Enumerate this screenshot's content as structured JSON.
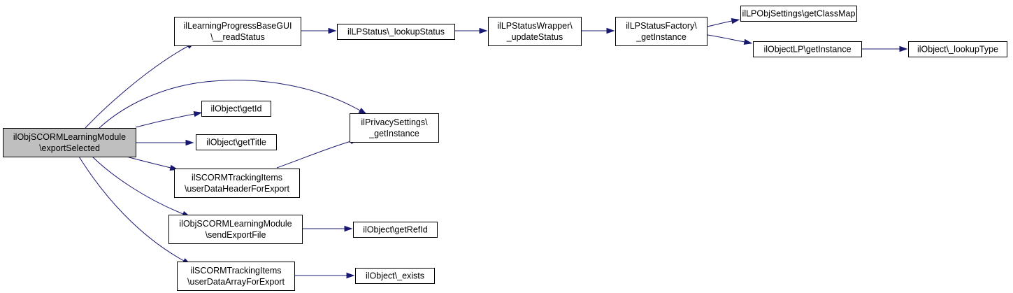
{
  "graph": {
    "edge_color": "#191970",
    "root_fill": "#bfbfbf",
    "nodes": [
      {
        "id": "root",
        "lines": [
          "ilObjSCORMLearningModule",
          "\\exportSelected"
        ],
        "root": true
      },
      {
        "id": "n1",
        "lines": [
          "ilLearningProgressBaseGUI",
          "\\__readStatus"
        ]
      },
      {
        "id": "n2",
        "lines": [
          "ilLPStatus\\_lookupStatus"
        ]
      },
      {
        "id": "n3",
        "lines": [
          "ilLPStatusWrapper\\",
          "_updateStatus"
        ]
      },
      {
        "id": "n4",
        "lines": [
          "ilLPStatusFactory\\",
          "_getInstance"
        ]
      },
      {
        "id": "n5",
        "lines": [
          "ilLPObjSettings\\getClassMap"
        ]
      },
      {
        "id": "n6",
        "lines": [
          "ilObjectLP\\getInstance"
        ]
      },
      {
        "id": "n7",
        "lines": [
          "ilObject\\_lookupType"
        ]
      },
      {
        "id": "n8",
        "lines": [
          "ilObject\\getId"
        ]
      },
      {
        "id": "n9",
        "lines": [
          "ilPrivacySettings\\",
          "_getInstance"
        ]
      },
      {
        "id": "n10",
        "lines": [
          "ilObject\\getTitle"
        ]
      },
      {
        "id": "n11",
        "lines": [
          "ilSCORMTrackingItems",
          "\\userDataHeaderForExport"
        ]
      },
      {
        "id": "n12",
        "lines": [
          "ilObjSCORMLearningModule",
          "\\sendExportFile"
        ]
      },
      {
        "id": "n13",
        "lines": [
          "ilObject\\getRefId"
        ]
      },
      {
        "id": "n14",
        "lines": [
          "ilSCORMTrackingItems",
          "\\userDataArrayForExport"
        ]
      },
      {
        "id": "n15",
        "lines": [
          "ilObject\\_exists"
        ]
      }
    ],
    "edges": [
      {
        "from": "root",
        "to": "n1"
      },
      {
        "from": "root",
        "to": "n9"
      },
      {
        "from": "root",
        "to": "n8"
      },
      {
        "from": "root",
        "to": "n10"
      },
      {
        "from": "root",
        "to": "n11"
      },
      {
        "from": "root",
        "to": "n12"
      },
      {
        "from": "root",
        "to": "n14"
      },
      {
        "from": "n1",
        "to": "n2"
      },
      {
        "from": "n2",
        "to": "n3"
      },
      {
        "from": "n3",
        "to": "n4"
      },
      {
        "from": "n4",
        "to": "n5"
      },
      {
        "from": "n4",
        "to": "n6"
      },
      {
        "from": "n6",
        "to": "n7"
      },
      {
        "from": "n11",
        "to": "n9"
      },
      {
        "from": "n12",
        "to": "n13"
      },
      {
        "from": "n14",
        "to": "n15"
      }
    ]
  }
}
